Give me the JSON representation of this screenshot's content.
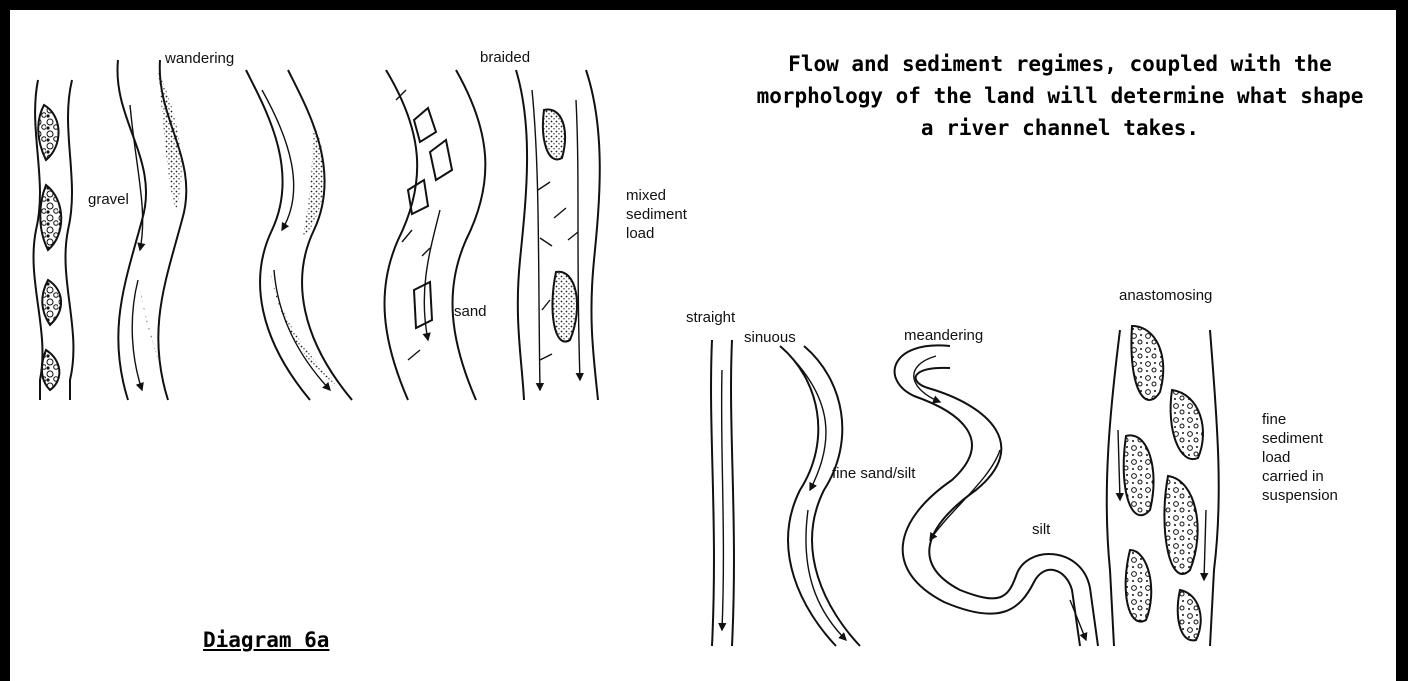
{
  "caption": "Flow and sediment regimes, coupled with the morphology of the land will determine what shape a river channel takes.",
  "diagram_title": "Diagram 6a",
  "top_panel": {
    "labels": {
      "wandering": "wandering",
      "braided": "braided",
      "gravel": "gravel",
      "sand": "sand"
    },
    "load_note": [
      "mixed",
      "sediment",
      "load"
    ]
  },
  "bottom_panel": {
    "labels": {
      "straight": "straight",
      "sinuous": "sinuous",
      "meandering": "meandering",
      "anastomosing": "anastomosing",
      "fine_sand_silt": "fine sand/silt",
      "silt": "silt"
    },
    "load_note": [
      "fine",
      "sediment",
      "load",
      "carried in",
      "suspension"
    ]
  }
}
